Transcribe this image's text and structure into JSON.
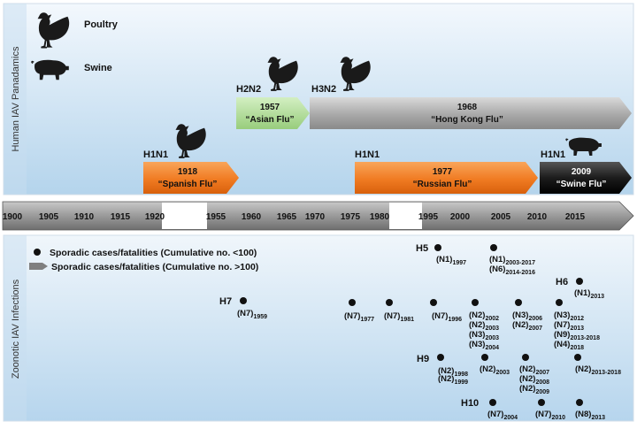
{
  "panels": {
    "top_label": "Human IAV Panadamics",
    "bottom_label": "Zoonotic IAV Infections"
  },
  "legend": {
    "poultry": "Poultry",
    "swine": "Swine",
    "sporadic_lt": "Sporadic cases/fatalities (Cumulative no. <100)",
    "sporadic_gt": "Sporadic cases/fatalities (Cumulative no. >100)"
  },
  "pandemics": [
    {
      "subtype": "H1N1",
      "year": "1918",
      "name": "“Spanish Flu”",
      "host": "poultry",
      "color": "#f07b22"
    },
    {
      "subtype": "H2N2",
      "year": "1957",
      "name": "“Asian Flu”",
      "host": "poultry",
      "color": "#a9d88f"
    },
    {
      "subtype": "H3N2",
      "year": "1968",
      "name": "“Hong Kong Flu”",
      "host": "poultry",
      "color": "#a5a5a5"
    },
    {
      "subtype": "H1N1",
      "year": "1977",
      "name": "“Russian Flu”",
      "host": "",
      "color": "#f07b22"
    },
    {
      "subtype": "H1N1",
      "year": "2009",
      "name": "“Swine Flu”",
      "host": "swine",
      "color": "#1a1a1a"
    }
  ],
  "timeline": {
    "ticks": [
      "1900",
      "1905",
      "1910",
      "1915",
      "1920",
      "1955",
      "1960",
      "1965",
      "1970",
      "1975",
      "1980",
      "1995",
      "2000",
      "2005",
      "2010",
      "2015"
    ]
  },
  "zoonotic": {
    "H5": {
      "label": "H5",
      "entries": [
        {
          "n": "(N1)",
          "sub": "1997"
        },
        {
          "n": "(N1)",
          "sub": "2003-2017",
          "n2": "(N6)",
          "sub2": "2014-2016"
        }
      ]
    },
    "H6": {
      "label": "H6",
      "entries": [
        {
          "n": "(N1)",
          "sub": "2013"
        }
      ]
    },
    "H7": {
      "label": "H7",
      "entries": [
        {
          "n": "(N7)",
          "sub": "1959"
        },
        {
          "n": "(N7)",
          "sub": "1977"
        },
        {
          "n": "(N7)",
          "sub": "1981"
        },
        {
          "n": "(N7)",
          "sub": "1996"
        },
        {
          "lines": [
            [
              "(N2)",
              "2002"
            ],
            [
              "(N2)",
              "2003"
            ],
            [
              "(N3)",
              "2003"
            ],
            [
              "(N3)",
              "2004"
            ]
          ]
        },
        {
          "lines": [
            [
              "(N3)",
              "2006"
            ],
            [
              "(N2)",
              "2007"
            ]
          ]
        },
        {
          "lines": [
            [
              "(N3)",
              "2012"
            ],
            [
              "(N7)",
              "2013"
            ],
            [
              "(N9)",
              "2013-2018"
            ],
            [
              "(N4)",
              "2018"
            ]
          ]
        }
      ]
    },
    "H9": {
      "label": "H9",
      "entries": [
        {
          "lines": [
            [
              "(N2)",
              "1998"
            ],
            [
              "(N2)",
              "1999"
            ]
          ]
        },
        {
          "n": "(N2)",
          "sub": "2003"
        },
        {
          "lines": [
            [
              "(N2)",
              "2007"
            ],
            [
              "(N2)",
              "2008"
            ],
            [
              "(N2)",
              "2009"
            ]
          ]
        },
        {
          "n": "(N2)",
          "sub": "2013-2018"
        }
      ]
    },
    "H10": {
      "label": "H10",
      "entries": [
        {
          "n": "(N7)",
          "sub": "2004"
        },
        {
          "n": "(N7)",
          "sub": "2010"
        },
        {
          "n": "(N8)",
          "sub": "2013"
        }
      ]
    }
  },
  "colors": {
    "panel_top": "#f1f7fc",
    "panel_bottom": "#b8d7ee",
    "silhouette": "#1a1a1a",
    "timeline": "#a0a0a0",
    "arrow": "#7f7f7f"
  },
  "icons": [
    "chicken-icon",
    "pig-icon",
    "dot-icon",
    "arrow-icon"
  ]
}
